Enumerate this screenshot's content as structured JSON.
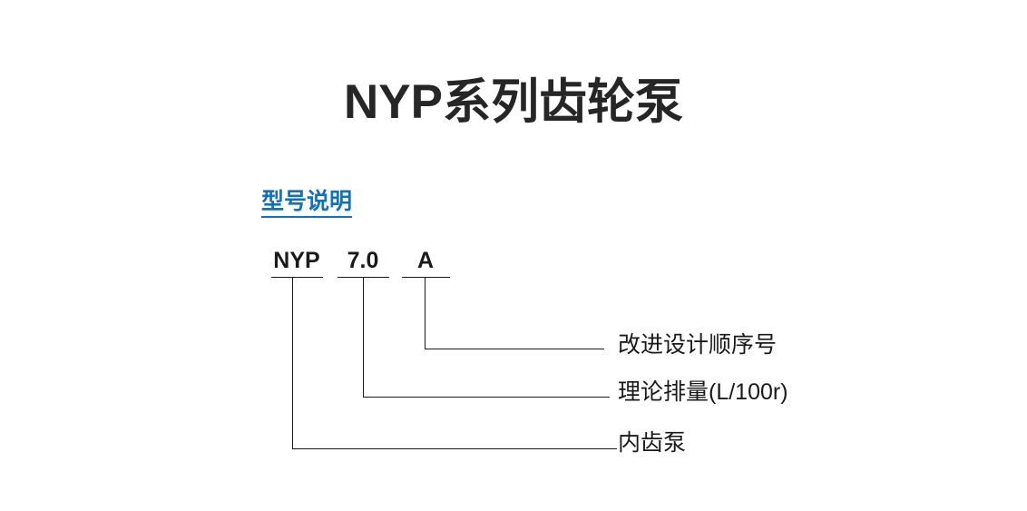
{
  "page": {
    "title": "NYP系列齿轮泵",
    "background_color": "#ffffff"
  },
  "section": {
    "heading": "型号说明",
    "heading_color": "#1272b8"
  },
  "model_code": {
    "tokens": [
      {
        "id": "series",
        "text": "NYP"
      },
      {
        "id": "displacement",
        "text": "7.0"
      },
      {
        "id": "revision",
        "text": "A"
      }
    ]
  },
  "callouts": [
    {
      "id": "revision",
      "token": "A",
      "label": "改进设计顺序号"
    },
    {
      "id": "displacement",
      "token": "7.0",
      "label": "理论排量(L/100r)"
    },
    {
      "id": "series",
      "token": "NYP",
      "label": "内齿泵"
    }
  ],
  "colors": {
    "title": "#262626",
    "accent": "#1272b8",
    "line": "#1a1a1a"
  }
}
